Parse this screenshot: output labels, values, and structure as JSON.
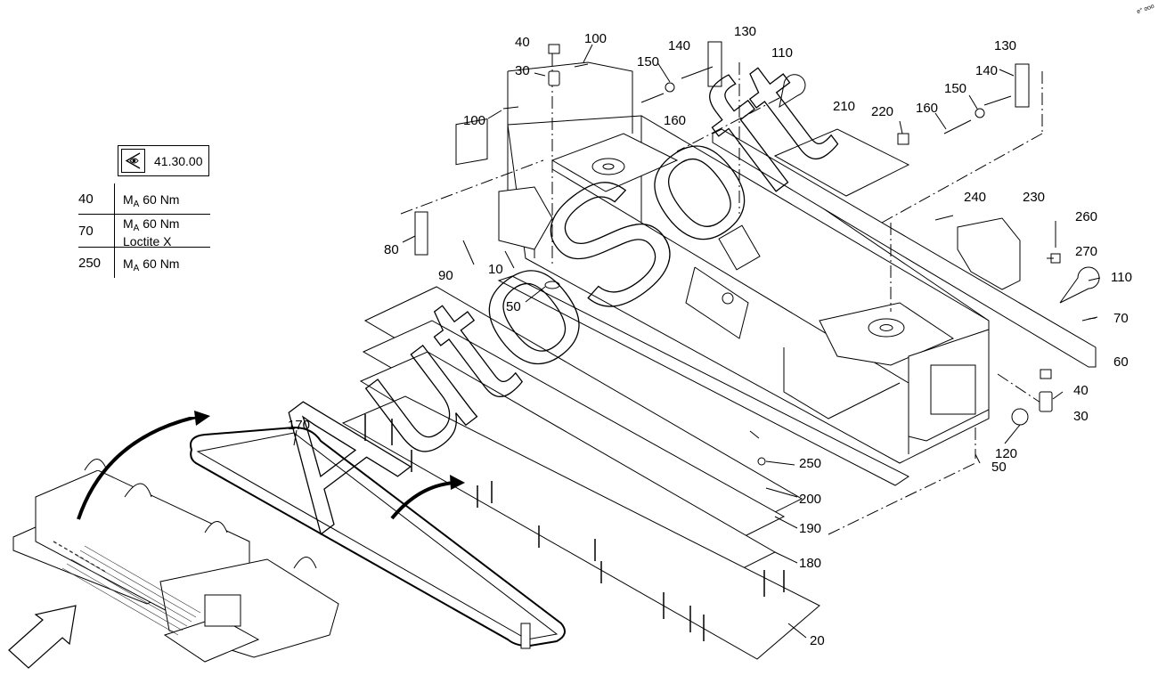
{
  "reference": {
    "icon": "eye-view-icon",
    "code": "41.30.00"
  },
  "torque_table": [
    {
      "pos": "40",
      "label": "M",
      "sub": "A",
      "value": " 60 Nm",
      "note": ""
    },
    {
      "pos": "70",
      "label": "M",
      "sub": "A",
      "value": " 60 Nm",
      "note": "Loctite X"
    },
    {
      "pos": "250",
      "label": "M",
      "sub": "A",
      "value": " 60 Nm",
      "note": ""
    }
  ],
  "part_labels": {
    "p40a": "40",
    "p100a": "100",
    "p30a": "30",
    "p100b": "100",
    "p140a": "140",
    "p130a": "130",
    "p150a": "150",
    "p160a": "160",
    "p110a": "110",
    "p130b": "130",
    "p140b": "140",
    "p150b": "150",
    "p160b": "160",
    "p210": "210",
    "p220": "220",
    "p240": "240",
    "p230": "230",
    "p260": "260",
    "p270": "270",
    "p110b": "110",
    "p70": "70",
    "p60": "60",
    "p40b": "40",
    "p30b": "30",
    "p120": "120",
    "p50b": "50",
    "p80": "80",
    "p90": "90",
    "p10": "10",
    "p50a": "50",
    "p170": "170",
    "p250": "250",
    "p200": "200",
    "p190": "190",
    "p180": "180",
    "p20": "20"
  },
  "watermark": "AutoSoft",
  "corner_mark": "e° ooo"
}
